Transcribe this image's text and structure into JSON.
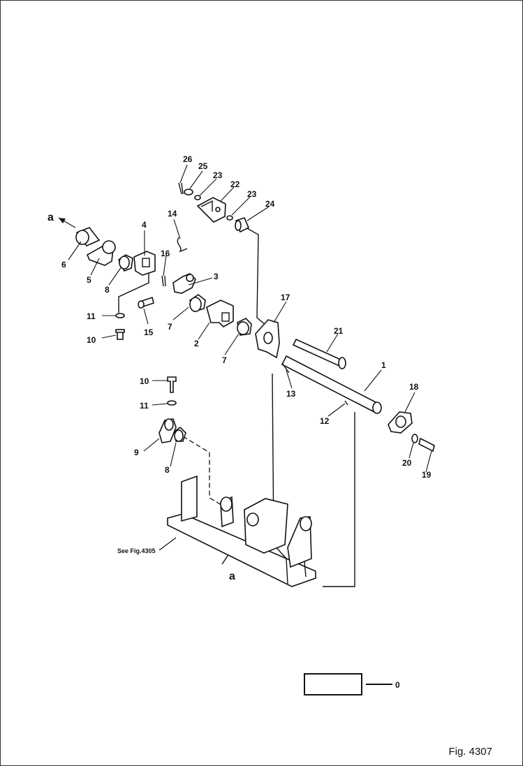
{
  "figure_label": "Fig. 4307",
  "see_reference": "See Fig.4305",
  "connection_letter": "a",
  "legend_value": "0",
  "callouts": [
    "1",
    "2",
    "3",
    "4",
    "5",
    "6",
    "7",
    "8",
    "9",
    "10",
    "11",
    "12",
    "13",
    "14",
    "15",
    "16",
    "17",
    "18",
    "19",
    "20",
    "21",
    "22",
    "23",
    "24",
    "25",
    "26"
  ]
}
